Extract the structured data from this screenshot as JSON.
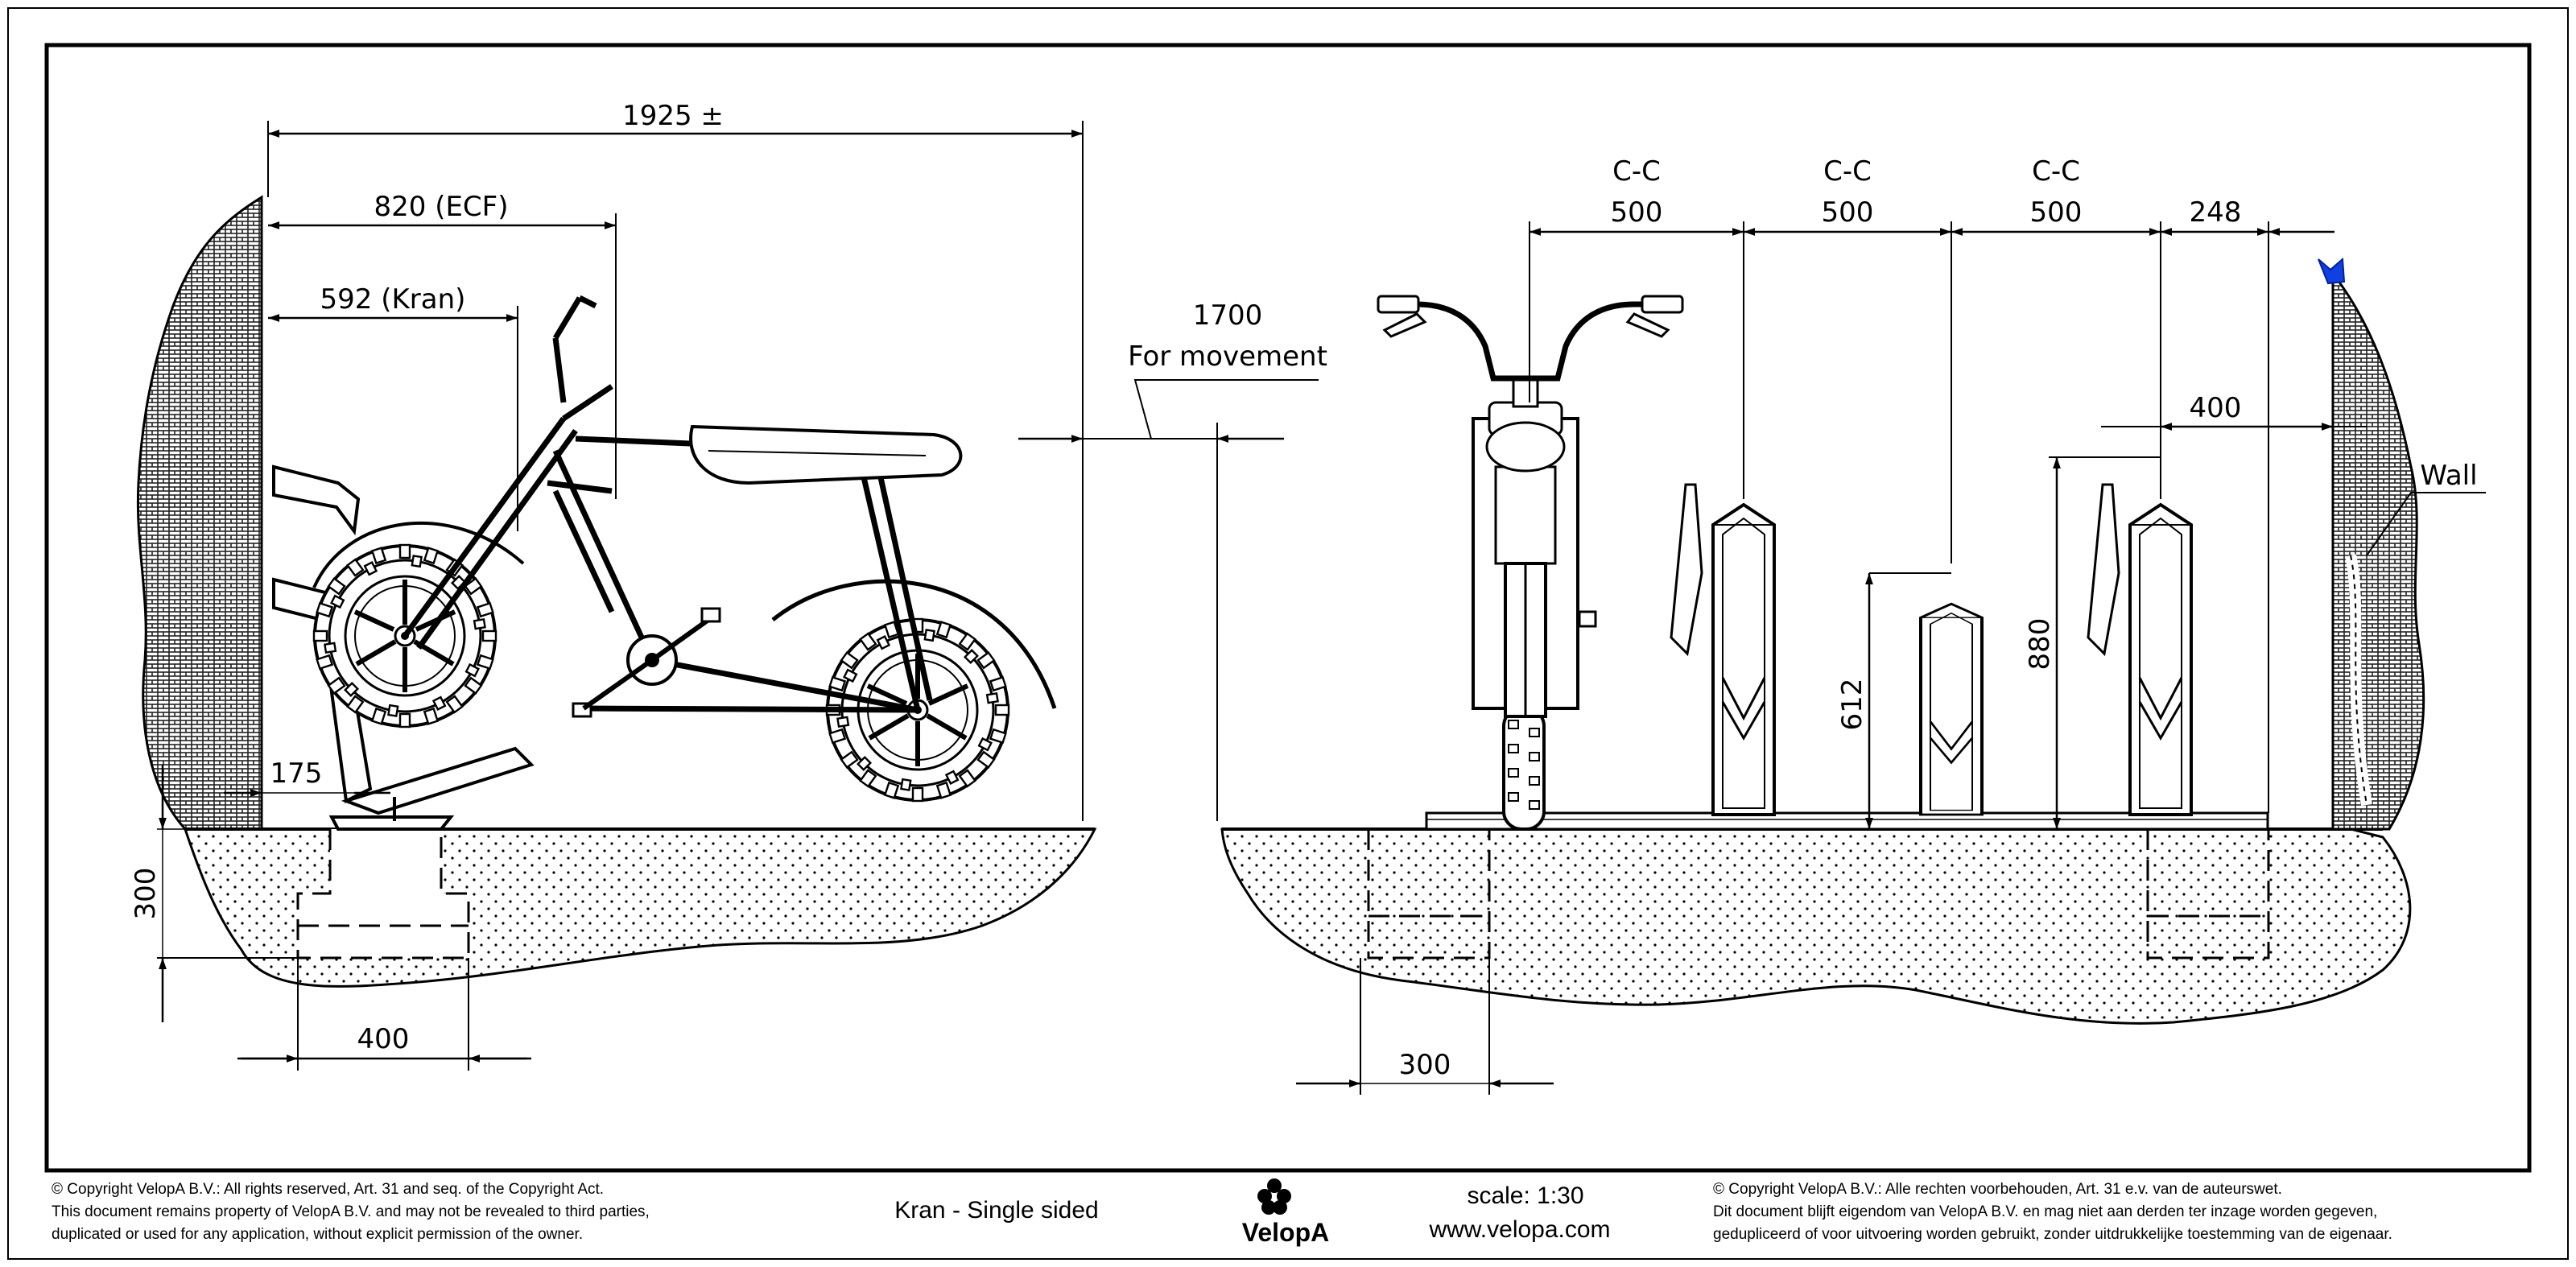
{
  "dimensions": {
    "overall_depth": "1925 ±",
    "ecf_depth": "820 (ECF)",
    "kran_depth": "592 (Kran)",
    "movement_value": "1700",
    "movement_label": "For movement",
    "wall_offset": "175",
    "foundation_depth": "300",
    "foundation_width_side": "400",
    "foundation_width_front": "300",
    "cc_label": "C-C",
    "cc_spacing": [
      "500",
      "500",
      "500"
    ],
    "end_offset": "248",
    "wall_clearance": "400",
    "low_rack_height": "612",
    "high_rack_height": "880",
    "wall_label": "Wall"
  },
  "footer": {
    "copyright_en": [
      "©  Copyright VelopA B.V.: All rights reserved, Art. 31 and seq. of the Copyright Act.",
      "This document remains property of VelopA B.V. and may not be revealed to third parties,",
      "duplicated or used for any application, without explicit permission of the owner."
    ],
    "product": "Kran - Single sided",
    "brand": "VelopA",
    "scale": "scale: 1:30",
    "website": "www.velopa.com",
    "copyright_nl": [
      "©  Copyright VelopA B.V.: Alle rechten voorbehouden, Art. 31 e.v. van de auteurswet.",
      "Dit document blijft eigendom van VelopA B.V. en mag niet aan derden ter inzage worden gegeven,",
      "gedupliceerd of voor uitvoering worden gebruikt, zonder uitdrukkelijke toestemming van de eigenaar."
    ]
  },
  "colors": {
    "line": "#000000",
    "marker": "#1040e0",
    "brick": "#333333"
  }
}
